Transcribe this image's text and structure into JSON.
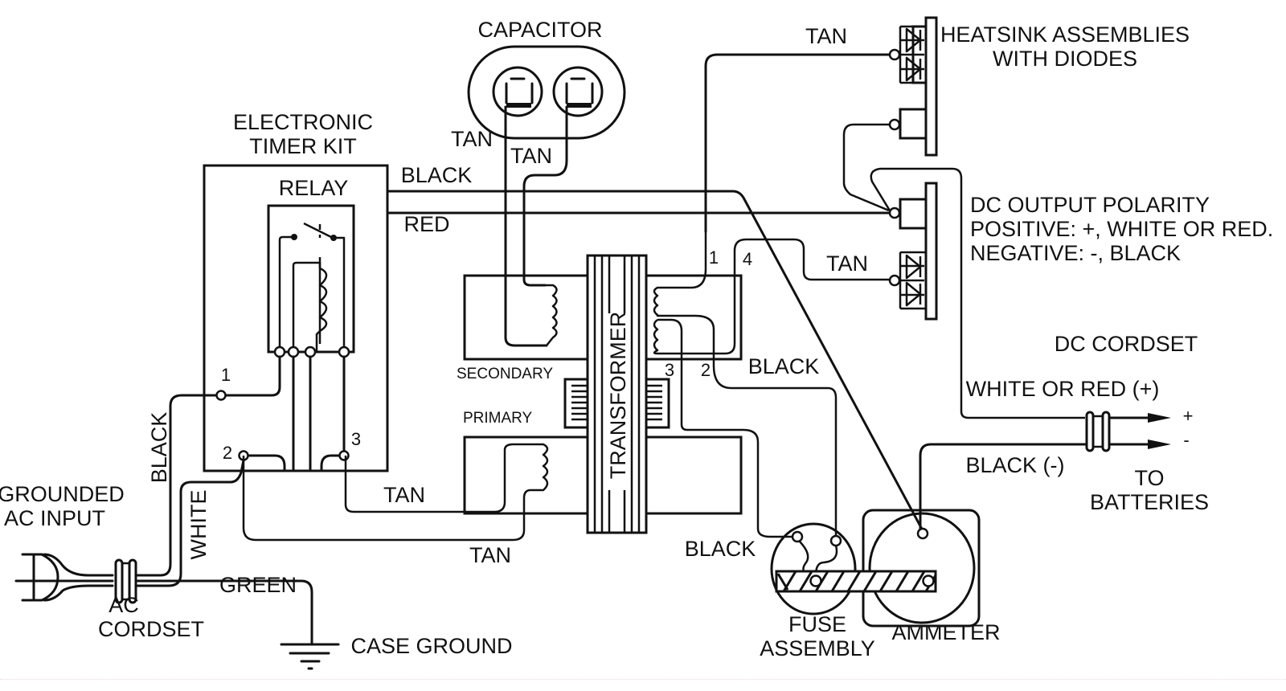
{
  "diagram": {
    "type": "wiring-schematic",
    "components": {
      "capacitor": "CAPACITOR",
      "timer_kit": [
        "ELECTRONIC",
        "TIMER KIT"
      ],
      "relay": "RELAY",
      "transformer": "TRANSFORMER",
      "secondary": "SECONDARY",
      "primary": "PRIMARY",
      "heatsink": [
        "HEATSINK ASSEMBLIES",
        "WITH DIODES"
      ],
      "polarity": [
        "DC OUTPUT POLARITY",
        "POSITIVE: +, WHITE OR RED.",
        "NEGATIVE: -, BLACK"
      ],
      "dc_cordset": "DC CORDSET",
      "to_batteries": [
        "TO",
        "BATTERIES"
      ],
      "fuse": [
        "FUSE",
        "ASSEMBLY"
      ],
      "ammeter": "AMMETER",
      "ac_input": [
        "GROUNDED",
        "AC INPUT"
      ],
      "ac_cordset": [
        "AC",
        "CORDSET"
      ],
      "case_ground": "CASE GROUND"
    },
    "wire_labels": {
      "tan_cap_left": "TAN",
      "tan_cap_right": "TAN",
      "tan_heatsink_top": "TAN",
      "tan_heatsink_bottom": "TAN",
      "black_relay": "BLACK",
      "red_relay": "RED",
      "black_secondary": "BLACK",
      "black_fuse": "BLACK",
      "white_or_red_plus": "WHITE OR RED (+)",
      "black_minus": "BLACK (-)",
      "black_ac": "BLACK",
      "white_ac": "WHITE",
      "green_ac": "GREEN",
      "tan_primary_upper": "TAN",
      "tan_primary_lower": "TAN"
    },
    "terminal_numbers": {
      "timer_1": "1",
      "timer_2": "2",
      "timer_3": "3",
      "sec_1": "1",
      "sec_2": "2",
      "sec_3": "3",
      "sec_4": "4"
    },
    "polarity_marks": {
      "plus": "+",
      "minus": "-"
    }
  }
}
